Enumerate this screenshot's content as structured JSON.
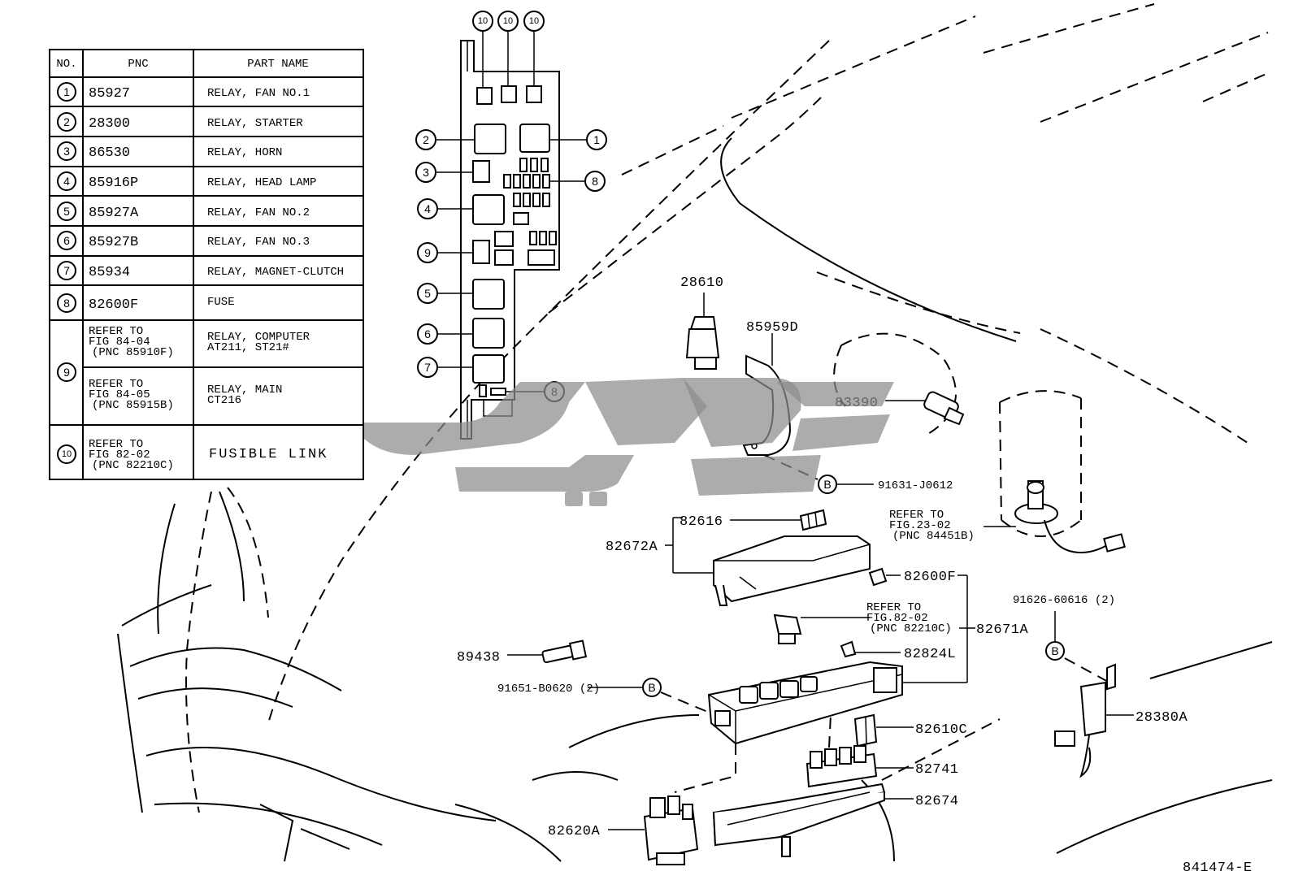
{
  "table": {
    "headers": [
      "NO.",
      "PNC",
      "PART NAME"
    ],
    "rows": [
      {
        "no": "1",
        "pnc": "85927",
        "name": "RELAY, FAN NO.1"
      },
      {
        "no": "2",
        "pnc": "28300",
        "name": "RELAY, STARTER"
      },
      {
        "no": "3",
        "pnc": "86530",
        "name": "RELAY, HORN"
      },
      {
        "no": "4",
        "pnc": "85916P",
        "name": "RELAY, HEAD LAMP"
      },
      {
        "no": "5",
        "pnc": "85927A",
        "name": "RELAY, FAN NO.2"
      },
      {
        "no": "6",
        "pnc": "85927B",
        "name": "RELAY, FAN NO.3"
      },
      {
        "no": "7",
        "pnc": "85934",
        "name": "RELAY, MAGNET-CLUTCH"
      },
      {
        "no": "8",
        "pnc": "82600F",
        "name": "FUSE"
      }
    ],
    "row9": {
      "no": "9",
      "a_pnc": [
        "REFER TO",
        "FIG 84-04",
        "(PNC 85910F)"
      ],
      "a_name": [
        "RELAY, COMPUTER",
        "AT211, ST21#"
      ],
      "b_pnc": [
        "REFER TO",
        "FIG 84-05",
        "(PNC 85915B)"
      ],
      "b_name": [
        "RELAY, MAIN",
        "CT216"
      ]
    },
    "row10": {
      "no": "10",
      "pnc": [
        "REFER TO",
        "FIG 82-02",
        "(PNC 82210C)"
      ],
      "name": "FUSIBLE LINK"
    }
  },
  "callouts": {
    "top": [
      "10",
      "10",
      "10"
    ],
    "left": [
      "2",
      "3",
      "4",
      "9",
      "5",
      "6",
      "7"
    ],
    "right": [
      "1",
      "8"
    ],
    "bottom": "8"
  },
  "labels": {
    "p28610": "28610",
    "p85959D": "85959D",
    "p83390": "83390",
    "p91631": "91631-J0612",
    "ref2302": [
      "REFER TO",
      "FIG.23-02",
      "(PNC 84451B)"
    ],
    "p82616": "82616",
    "p82672A": "82672A",
    "p82600F": "82600F",
    "ref8202": [
      "REFER TO",
      "FIG.82-02",
      "(PNC 82210C)"
    ],
    "p82671A": "82671A",
    "p91626": "91626-60616 (2)",
    "p89438": "89438",
    "p82824L": "82824L",
    "p91651": "91651-B0620 (2)",
    "p82610C": "82610C",
    "p28380A": "28380A",
    "p82741": "82741",
    "p82674": "82674",
    "p82620A": "82620A",
    "bolt": "B",
    "figure_code": "841474-E"
  }
}
